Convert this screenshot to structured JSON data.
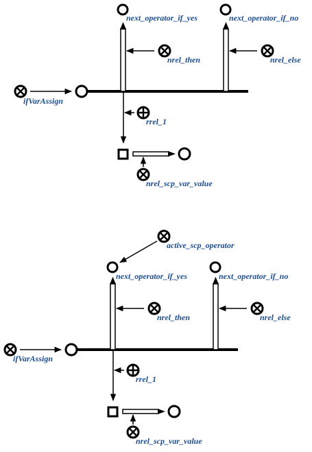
{
  "colors": {
    "line": "#000000",
    "label": "#1d4e8f",
    "background": "#ffffff"
  },
  "diagrams": [
    {
      "labels": {
        "yes": "next_operator_if_yes",
        "no": "next_operator_if_no",
        "then": "nrel_then",
        "else": "nrel_else",
        "var_assign": "ifVarAssign",
        "rrel": "rrel_1",
        "scp_var": "nrel_scp_var_value"
      }
    },
    {
      "labels": {
        "active": "active_scp_operator",
        "yes": "next_operator_if_yes",
        "no": "next_operator_if_no",
        "then": "nrel_then",
        "else": "nrel_else",
        "var_assign": "ifVarAssign",
        "rrel": "rrel_1",
        "scp_var": "nrel_scp_var_value"
      }
    }
  ]
}
